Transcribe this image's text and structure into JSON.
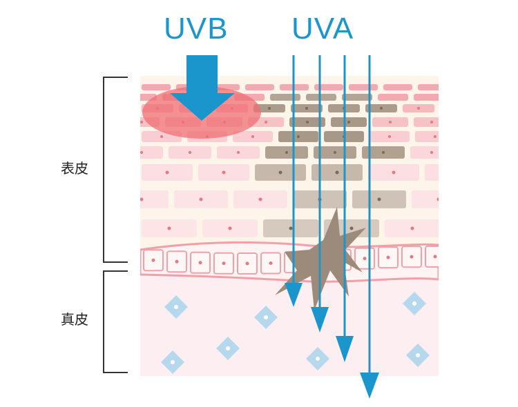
{
  "labels": {
    "uvb": "UVB",
    "uva": "UVA",
    "epidermis": "表皮",
    "dermis": "真皮"
  },
  "colors": {
    "uv_blue": "#1a96cc",
    "uvb_burn": "#ef6f73",
    "melanin": "#9c8a7a",
    "epidermis_bg": "#fdf4ea",
    "basal_cells": "#fbd9dd",
    "dermis_bg": "#fdeef1",
    "fibroblast": "#a8d4ec"
  },
  "icons": {
    "uvb_arrow": "thick-down-arrow",
    "uva_arrows": "thin-down-arrows",
    "melanocyte": "star-shaped-cell"
  }
}
